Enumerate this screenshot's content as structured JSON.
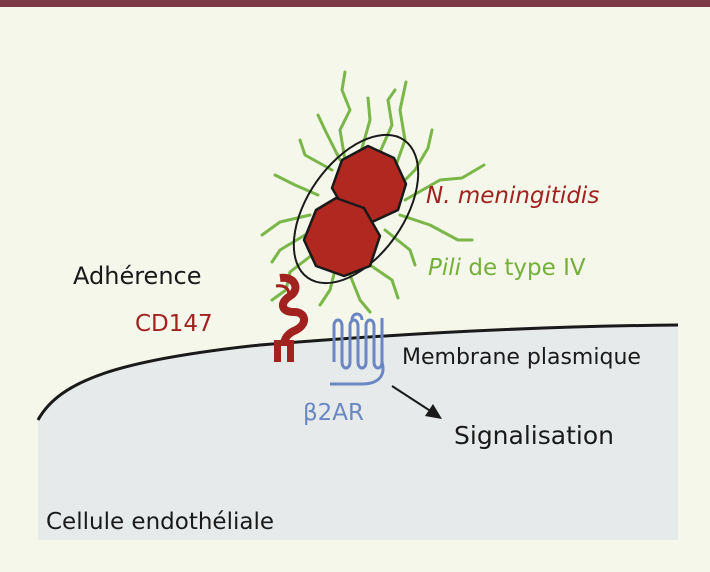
{
  "labels": {
    "bacterium": "N. meningitidis",
    "pili_italic": "Pili",
    "pili_rest": " de type IV",
    "adherence": "Adhérence",
    "receptor_cd147": "CD147",
    "membrane": "Membrane plasmique",
    "receptor_b2ar": "β2AR",
    "signaling": "Signalisation",
    "cell": "Cellule endothéliale"
  },
  "colors": {
    "top_bar": "#7b3a45",
    "background": "#f4f7ea",
    "cell": "#e7eaea",
    "bacterium": "#b0281f",
    "pili": "#7ab648",
    "cd147": "#a1221f",
    "b2ar": "#6a86c3",
    "text": "#1a1a1a"
  }
}
